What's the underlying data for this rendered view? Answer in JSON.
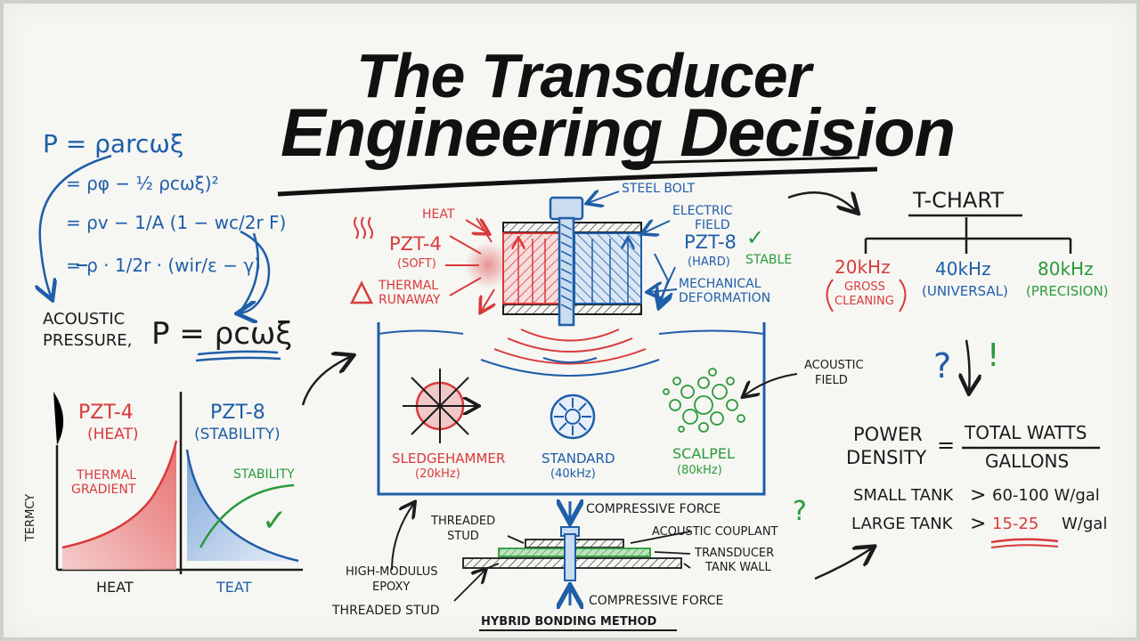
{
  "title": {
    "line1": "The Transducer",
    "line2": "Engineering Decision"
  },
  "equations": {
    "e1": "P = ρarcωξ",
    "e2": "= ρφ − ½ ρcωξ)²",
    "e3": "= ρv − 1/A (1 − wc/2r F)",
    "e4": "= ρ · 1/2r · (wir/ε − γ)",
    "acoustic": "ACOUSTIC",
    "pressure": "PRESSURE,",
    "final": "P = ρcωξ"
  },
  "graph": {
    "left_title": "PZT-4",
    "left_sub": "(HEAT)",
    "right_title": "PZT-8",
    "right_sub": "(STABILITY)",
    "thermal1": "THERMAL",
    "thermal2": "GRADIENT",
    "stability": "STABILITY",
    "yaxis": "TERMCY",
    "x_left": "HEAT",
    "x_right": "TEAT",
    "check": "✓"
  },
  "transducer": {
    "steel_bolt": "STEEL BOLT",
    "electric1": "ELECTRIC",
    "electric2": "FIELD",
    "heat": "HEAT",
    "pzt4": "PZT-4",
    "soft": "(SOFT)",
    "pzt8": "PZT-8",
    "hard": "(HARD)",
    "stable": "STABLE",
    "check": "✓",
    "thermal1": "THERMAL",
    "thermal2": "RUNAWAY",
    "mech1": "MECHANICAL",
    "mech2": "DEFORMATION",
    "acoustic1": "ACOUSTIC",
    "acoustic2": "FIELD",
    "sledge": "SLEDGEHAMMER",
    "sledge_f": "(20kHz)",
    "standard": "STANDARD",
    "standard_f": "(40kHz)",
    "scalpel": "SCALPEL",
    "scalpel_f": "(80kHz)"
  },
  "bonding": {
    "compressive_top": "COMPRESSIVE FORCE",
    "compressive_bottom": "COMPRESSIVE FORCE",
    "threaded1": "THREADED",
    "threaded2": "STUD",
    "couplant": "ACOUSTIC COUPLANT",
    "tank1": "TRANSDUCER",
    "tank2": "TANK WALL",
    "epoxy1": "HIGH-MODULUS",
    "epoxy2": "EPOXY",
    "threaded_stud": "THREADED STUD",
    "method": "HYBRID BONDING METHOD",
    "question": "?"
  },
  "tchart": {
    "title": "T-CHART",
    "f20": "20kHz",
    "f20_a": "GROSS",
    "f20_b": "CLEANING",
    "f40": "40kHz",
    "f40_a": "(UNIVERSAL)",
    "f80": "80kHz",
    "f80_a": "(PRECISION)",
    "q": "?",
    "excl": "!"
  },
  "power": {
    "label1": "POWER",
    "label2": "DENSITY",
    "eq": "=",
    "num": "TOTAL WATTS",
    "den": "GALLONS",
    "small": "SMALL TANK",
    "small_gt": ">",
    "small_val": "60-100 W/gal",
    "large": "LARGE TANK",
    "large_gt": ">",
    "large_val": "15-25",
    "large_unit": "W/gal"
  },
  "colors": {
    "red": "#d93a3a",
    "blue": "#1f5ea8",
    "green": "#2a9a3a",
    "ink": "#1b1b1b"
  }
}
